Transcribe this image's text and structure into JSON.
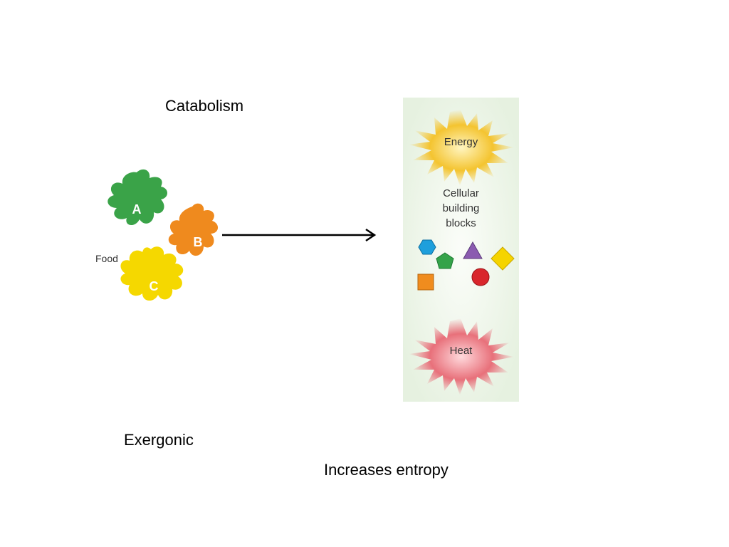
{
  "slide": {
    "title": "Catabolism",
    "exergonic": "Exergonic",
    "entropy": "Increases entropy"
  },
  "food": {
    "label": "Food",
    "blob_a": "A",
    "blob_b": "B",
    "blob_c": "C",
    "colors": {
      "a": "#3aa348",
      "b": "#ef8a1e",
      "c": "#f5d800"
    }
  },
  "panel": {
    "energy": "Energy",
    "building_blocks_line1": "Cellular",
    "building_blocks_line2": "building",
    "building_blocks_line3": "blocks",
    "heat": "Heat",
    "colors": {
      "energy": "#f4c430",
      "heat": "#e8707a",
      "panel_bg": "#eef6ea"
    }
  }
}
